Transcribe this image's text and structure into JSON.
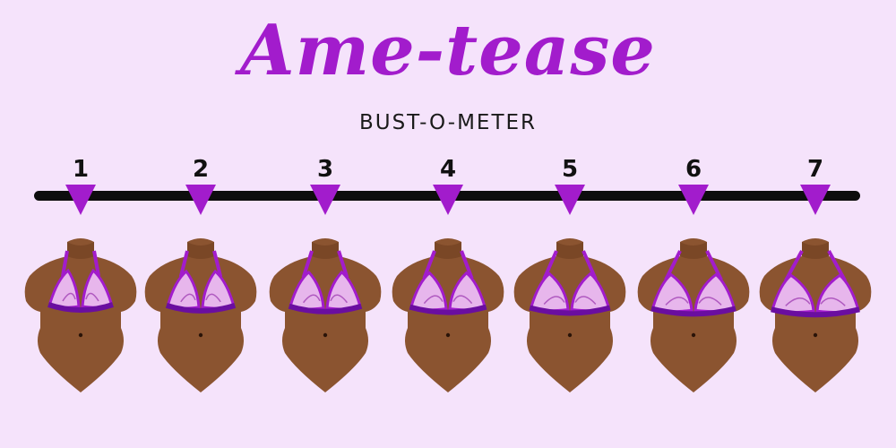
{
  "brand": {
    "title": "Ame-tease",
    "subtitle": "BUST-O-METER"
  },
  "colors": {
    "accent": "#a21ccc",
    "skin": "#8b5430",
    "background": "#f5e3fb"
  },
  "scale": {
    "markers": [
      {
        "label": "1"
      },
      {
        "label": "2"
      },
      {
        "label": "3"
      },
      {
        "label": "4"
      },
      {
        "label": "5"
      },
      {
        "label": "6"
      },
      {
        "label": "7"
      }
    ]
  }
}
